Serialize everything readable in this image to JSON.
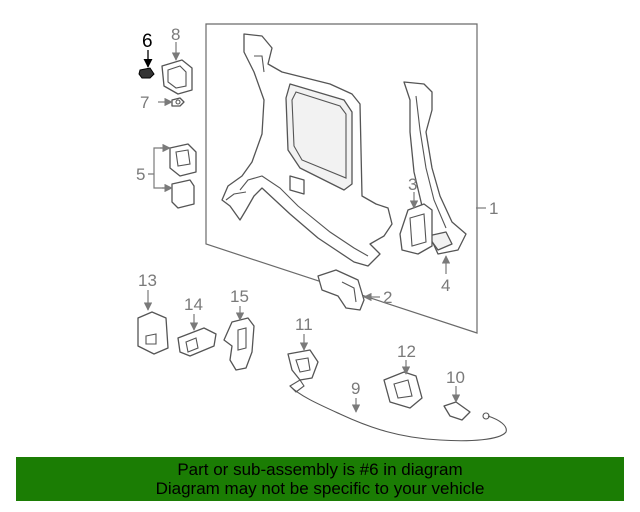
{
  "diagram": {
    "callouts": [
      "6",
      "8",
      "7",
      "5",
      "3",
      "1",
      "4",
      "2",
      "13",
      "14",
      "15",
      "11",
      "12",
      "9",
      "10"
    ],
    "highlighted_part": "6"
  },
  "banner": {
    "line1": "Part or sub-assembly is #6 in diagram",
    "line2": "Diagram may not be specific to your vehicle",
    "background_color": "#1b7d04"
  }
}
